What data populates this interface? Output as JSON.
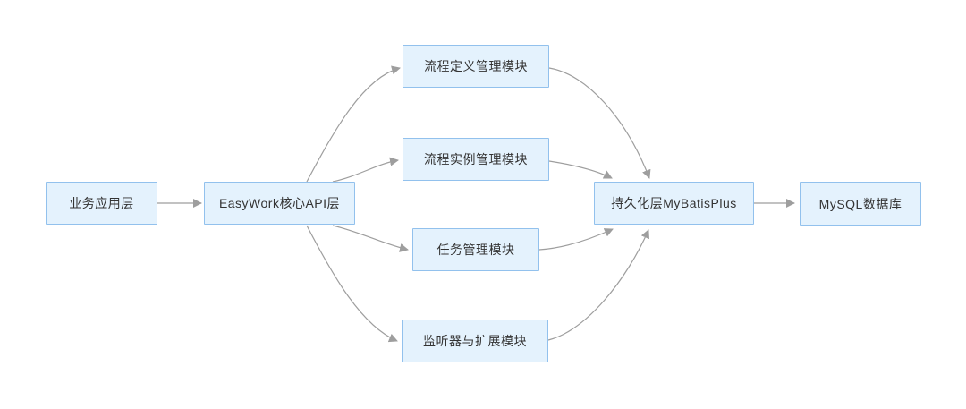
{
  "diagram": {
    "type": "flowchart-left-to-right",
    "background_color": "#ffffff",
    "node_fill_color": "#e4f2fd",
    "node_border_color": "#92c1ed",
    "edge_color": "#9e9e9e",
    "text_color": "#333333",
    "nodes": {
      "business_app": {
        "label": "业务应用层"
      },
      "core_api": {
        "label": "EasyWork核心API层"
      },
      "process_def": {
        "label": "流程定义管理模块"
      },
      "process_inst": {
        "label": "流程实例管理模块"
      },
      "task": {
        "label": "任务管理模块"
      },
      "listener": {
        "label": "监听器与扩展模块"
      },
      "persistence": {
        "label": "持久化层MyBatisPlus"
      },
      "mysql": {
        "label": "MySQL数据库"
      }
    },
    "edges": [
      {
        "from": "业务应用层",
        "to": "EasyWork核心API层"
      },
      {
        "from": "EasyWork核心API层",
        "to": "流程定义管理模块"
      },
      {
        "from": "EasyWork核心API层",
        "to": "流程实例管理模块"
      },
      {
        "from": "EasyWork核心API层",
        "to": "任务管理模块"
      },
      {
        "from": "EasyWork核心API层",
        "to": "监听器与扩展模块"
      },
      {
        "from": "流程定义管理模块",
        "to": "持久化层MyBatisPlus"
      },
      {
        "from": "流程实例管理模块",
        "to": "持久化层MyBatisPlus"
      },
      {
        "from": "任务管理模块",
        "to": "持久化层MyBatisPlus"
      },
      {
        "from": "监听器与扩展模块",
        "to": "持久化层MyBatisPlus"
      },
      {
        "from": "持久化层MyBatisPlus",
        "to": "MySQL数据库"
      }
    ]
  }
}
